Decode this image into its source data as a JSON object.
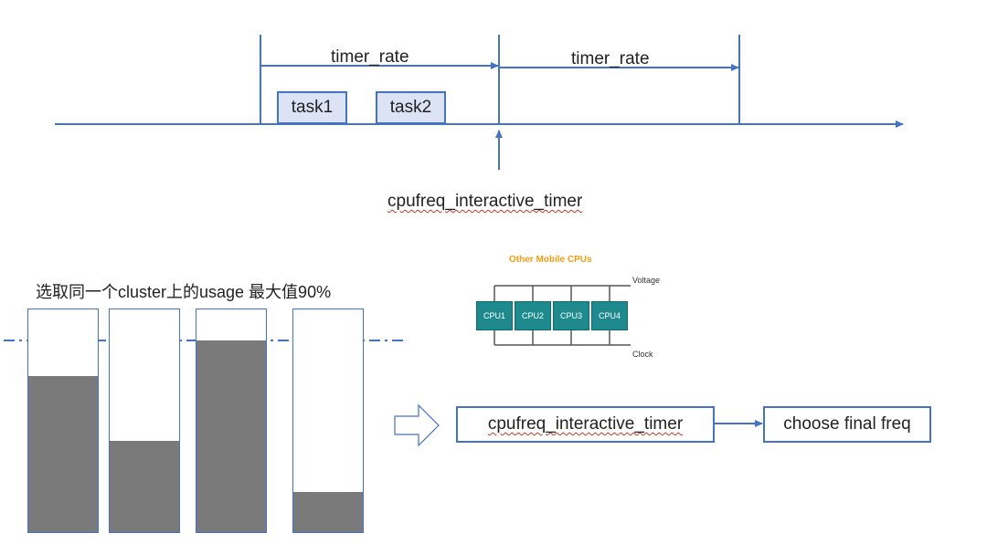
{
  "timeline": {
    "interval_labels": [
      "timer_rate",
      "timer_rate"
    ],
    "tasks": [
      "task1",
      "task2"
    ],
    "timer_label": "cpufreq_interactive_timer"
  },
  "usage": {
    "caption": "选取同一个cluster上的usage 最大值90%",
    "bars": [
      0.7,
      0.41,
      0.86,
      0.18
    ],
    "threshold": 0.9
  },
  "mobile_cpus": {
    "title": "Other Mobile CPUs",
    "voltage_label": "Voltage",
    "clock_label": "Clock",
    "cpus": [
      "CPU1",
      "CPU2",
      "CPU3",
      "CPU4"
    ]
  },
  "flow": {
    "steps": [
      "cpufreq_interactive_timer",
      "choose final freq"
    ]
  },
  "colors": {
    "line": "#4472c4",
    "task_fill": "#dbe3f4",
    "bar_fill": "#7a7a7a",
    "cpu_fill": "#1f8a8e",
    "title_orange": "#f39c12"
  }
}
